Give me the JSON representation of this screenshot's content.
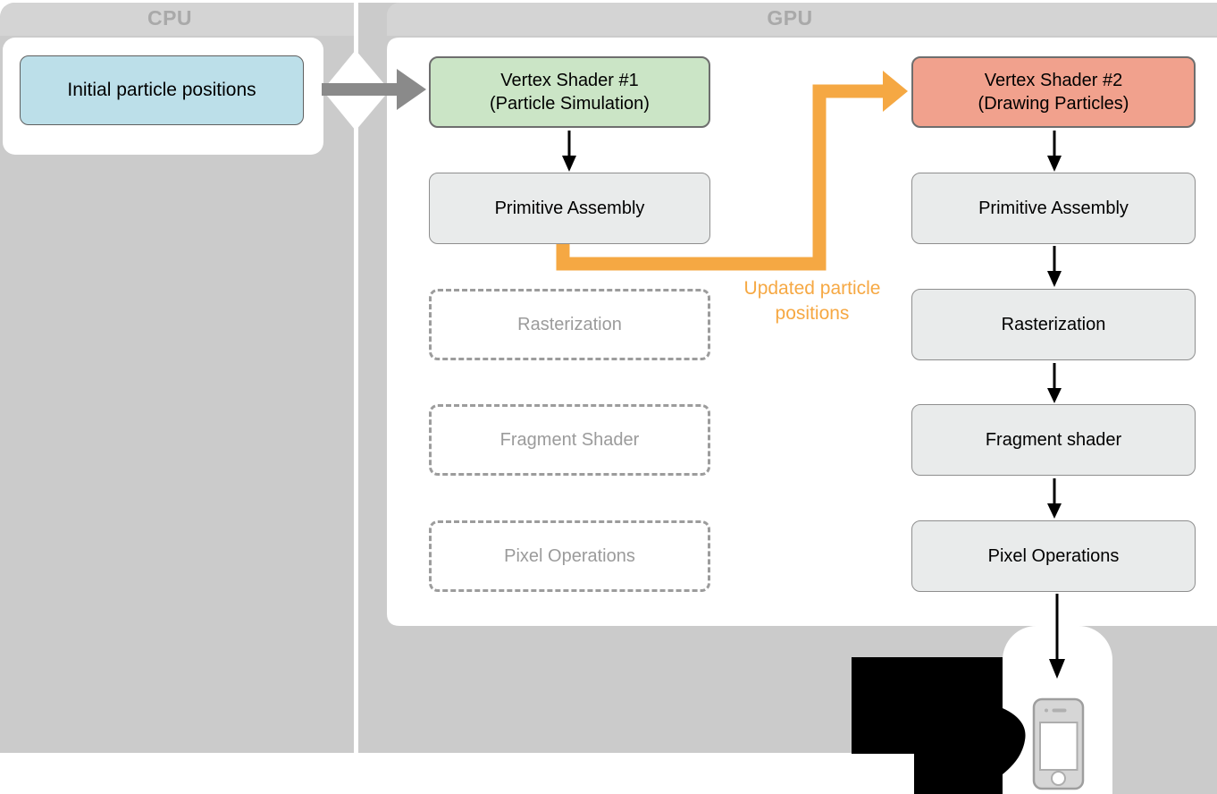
{
  "header": {
    "cpu_label": "CPU",
    "gpu_label": "GPU"
  },
  "cpu": {
    "box_label": "Initial particle positions"
  },
  "gpu": {
    "left_pipeline": [
      {
        "label": "Vertex Shader #1",
        "sublabel": "(Particle Simulation)",
        "style": "green"
      },
      {
        "label": "Primitive Assembly",
        "style": "solid"
      },
      {
        "label": "Rasterization",
        "style": "dashed"
      },
      {
        "label": "Fragment Shader",
        "style": "dashed"
      },
      {
        "label": "Pixel Operations",
        "style": "dashed"
      }
    ],
    "right_pipeline": [
      {
        "label": "Vertex Shader #2",
        "sublabel": "(Drawing Particles)",
        "style": "red"
      },
      {
        "label": "Primitive Assembly",
        "style": "solid"
      },
      {
        "label": "Rasterization",
        "style": "solid"
      },
      {
        "label": "Fragment shader",
        "style": "solid"
      },
      {
        "label": "Pixel Operations",
        "style": "solid"
      }
    ]
  },
  "annotations": {
    "feedback_line1": "Updated particle",
    "feedback_line2": "positions"
  },
  "icons": {
    "device": "iphone-icon",
    "silhouette": "black-silhouette",
    "connector": "diamond-connector"
  },
  "colors": {
    "background_gray": "#cbcbcb",
    "header_band_gray": "#d4d4d4",
    "panel_white": "#ffffff",
    "accent_orange": "#f5a843",
    "node_green": "#cbe5c6",
    "node_red": "#f1a18d",
    "node_blue": "#bcdfe9",
    "node_gray": "#e9ebeb",
    "section_label_gray": "#a9a9a9"
  }
}
